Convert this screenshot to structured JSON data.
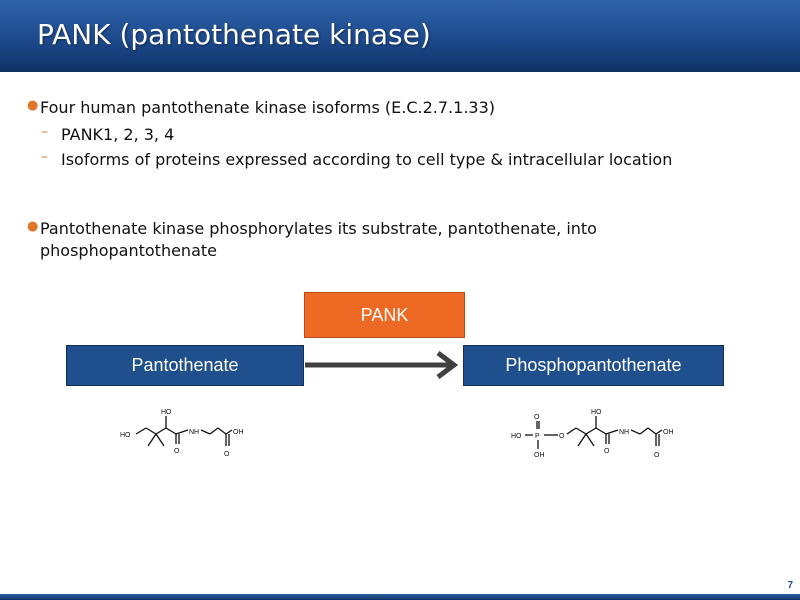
{
  "slide": {
    "title": "PANK (pantothenate kinase)",
    "page_number": "7"
  },
  "bullets": [
    {
      "text": "Four human pantothenate kinase isoforms (E.C.2.7.1.33)",
      "sub": [
        "PANK1, 2, 3, 4",
        "Isoforms of proteins expressed according to cell type & intracellular location"
      ]
    },
    {
      "line1": "Pantothenate kinase phosphorylates its substrate, pantothenate, into",
      "line2": "phosphopantothenate"
    }
  ],
  "diagram": {
    "enzyme": "PANK",
    "substrate": "Pantothenate",
    "product": "Phosphopantothenate"
  },
  "structures": {
    "pantothenate": {
      "ho_top": "HO",
      "ho_left": "HO",
      "nh": "NH",
      "oh": "OH",
      "o": "O"
    },
    "phosphopantothenate": {
      "o": "O",
      "ho": "HO",
      "p": "P",
      "oh": "OH",
      "ho_top": "HO",
      "nh": "NH"
    }
  },
  "colors": {
    "title_bar": "#1d4a8c",
    "box_blue": "#1f4f8c",
    "box_orange": "#ee6a24",
    "bullet_accent": "#e0762a"
  }
}
